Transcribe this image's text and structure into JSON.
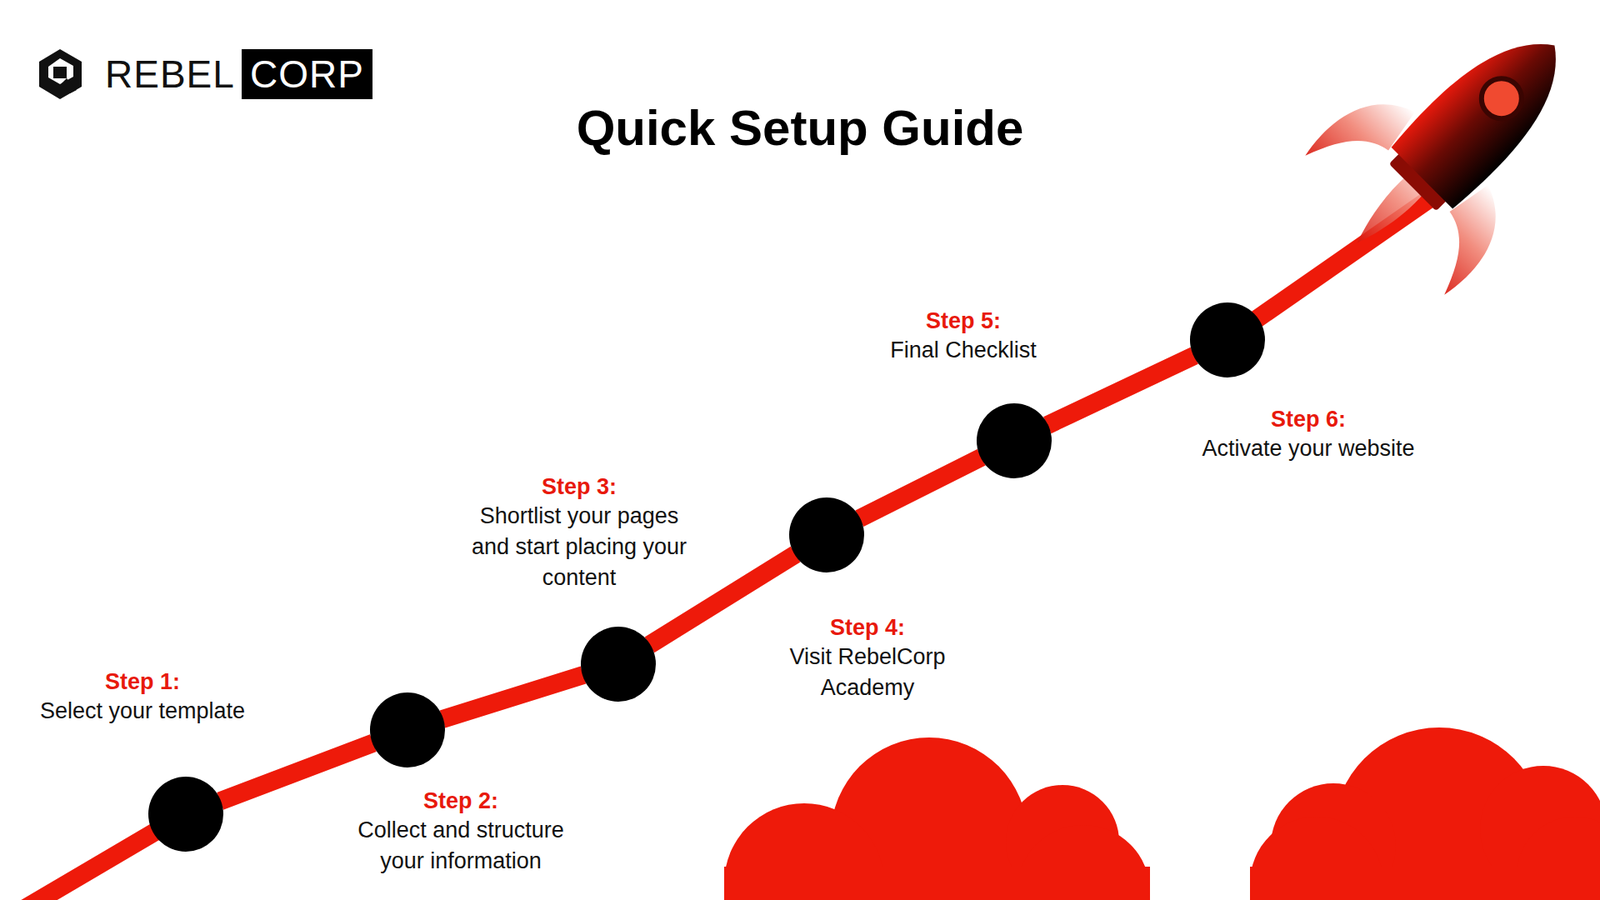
{
  "diagram": {
    "title": "Quick Setup Guide",
    "nodes": [
      {
        "text": [
          "Step 1:",
          "Select your template"
        ]
      },
      {
        "text": [
          "Step 2:",
          "Collect and structure your information"
        ]
      },
      {
        "text": [
          "Step 3:",
          "Shortlist your pages and start placing your content"
        ]
      },
      {
        "text": [
          "Step 4:",
          "Visit RebelCorp Academy"
        ]
      },
      {
        "text": [
          "Step 5:",
          "Final Checklist"
        ]
      },
      {
        "text": [
          "Step 6:",
          "Activate your website"
        ]
      }
    ],
    "edges": [
      {
        "from": 0,
        "to": 1,
        "arrow": "none"
      },
      {
        "from": 1,
        "to": 2,
        "arrow": "none"
      },
      {
        "from": 2,
        "to": 3,
        "arrow": "none"
      },
      {
        "from": 3,
        "to": 4,
        "arrow": "none"
      },
      {
        "from": 4,
        "to": 5,
        "arrow": "none"
      }
    ],
    "labels": [
      "REBEL",
      "CORP"
    ]
  }
}
